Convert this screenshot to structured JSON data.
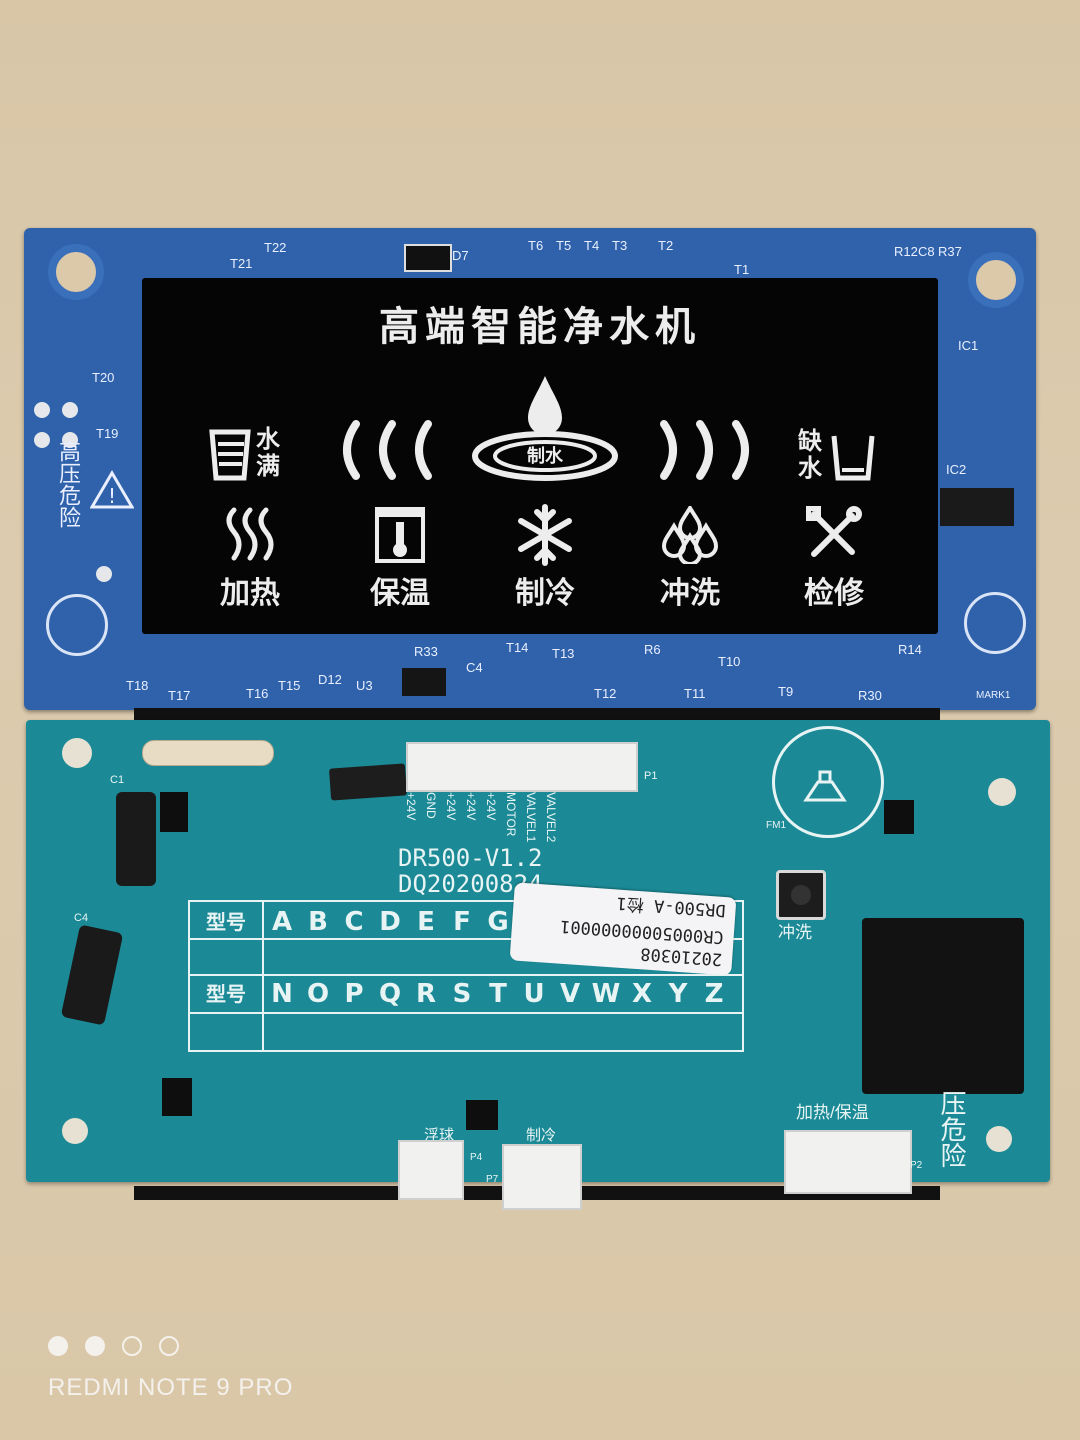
{
  "top_board": {
    "silk_labels": [
      "T22",
      "T21",
      "D7",
      "T6",
      "T5",
      "T4",
      "T3",
      "T2",
      "T1",
      "R12",
      "C8",
      "R37",
      "T20",
      "T19",
      "IC1",
      "IC2",
      "R33",
      "C4",
      "T14",
      "T13",
      "R6",
      "T10",
      "T12",
      "T11",
      "T9",
      "R14",
      "R30",
      "D12",
      "U3",
      "T15",
      "T16",
      "T17",
      "T18",
      "MARK1"
    ],
    "hazard_text": "高压危险",
    "lcd": {
      "title": "高端智能净水机",
      "row1": [
        {
          "icon": "water-full-icon",
          "label": "水满"
        },
        {
          "icon": "wave-left-icon",
          "label": ""
        },
        {
          "icon": "water-drop-icon",
          "label": "制水"
        },
        {
          "icon": "wave-right-icon",
          "label": ""
        },
        {
          "icon": "water-shortage-icon",
          "label": "缺水"
        }
      ],
      "row2": [
        {
          "icon": "heat-icon",
          "label": "加热"
        },
        {
          "icon": "thermometer-icon",
          "label": "保温"
        },
        {
          "icon": "snowflake-icon",
          "label": "制冷"
        },
        {
          "icon": "flush-icon",
          "label": "冲洗"
        },
        {
          "icon": "tools-icon",
          "label": "检修"
        }
      ]
    }
  },
  "bottom_board": {
    "model": "DR500-V1.2",
    "date_code": "DQ20200824",
    "connector_pins": [
      "+24V",
      "GND",
      "+24V",
      "+24V",
      "+24V",
      "MOTOR",
      "VALVEL1",
      "VALVEL2"
    ],
    "connector_label": "P1",
    "buzzer_label": "FM1",
    "grid": {
      "row_label": "型号",
      "row1": [
        "A",
        "B",
        "C",
        "D",
        "E",
        "F",
        "G"
      ],
      "row2": [
        "N",
        "O",
        "P",
        "Q",
        "R",
        "S",
        "T",
        "U",
        "V",
        "W",
        "X",
        "Y",
        "Z"
      ]
    },
    "sticker": {
      "line1": "20210308",
      "line2": "CR00050000000001",
      "line3": "DR500-A 检1"
    },
    "labels": {
      "flush_button": "冲洗",
      "heat_keep": "加热/保温",
      "float": "浮球",
      "cooling": "制冷",
      "hazard": "压危险",
      "c1": "C1",
      "c4": "C4",
      "p4": "P4",
      "p7": "P7",
      "p2": "P2"
    }
  },
  "watermark": {
    "dots": [
      "filled",
      "filled",
      "outline",
      "outline"
    ],
    "text": "REDMI NOTE 9 PRO"
  },
  "colors": {
    "top_board": "#2f62ab",
    "bottom_board": "#1b8a96",
    "lcd_background": "#050505",
    "table_surface": "#d8c6a7"
  }
}
